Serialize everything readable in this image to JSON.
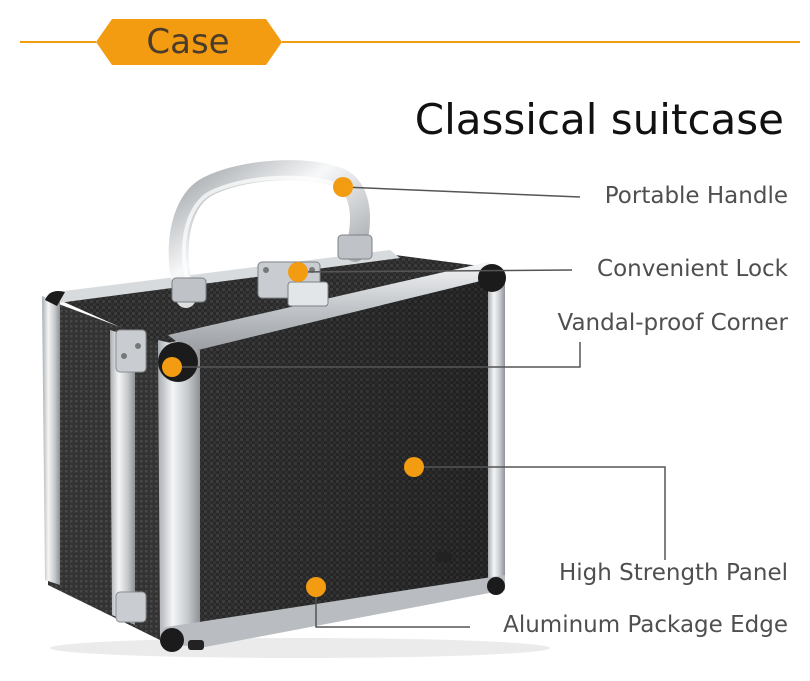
{
  "header": {
    "tag_label": "Case",
    "title": "Classical suitcase"
  },
  "callouts": [
    {
      "label": "Portable Handle"
    },
    {
      "label": "Convenient Lock"
    },
    {
      "label": "Vandal-proof Corner"
    },
    {
      "label": "High Strength Panel"
    },
    {
      "label": "Aluminum Package Edge"
    }
  ],
  "colors": {
    "accent": "#f39c12",
    "line": "#555555",
    "pill_text": "#4a3c2a",
    "case_panel": "#2b2b2b",
    "aluminum": "#cfd3d7"
  }
}
